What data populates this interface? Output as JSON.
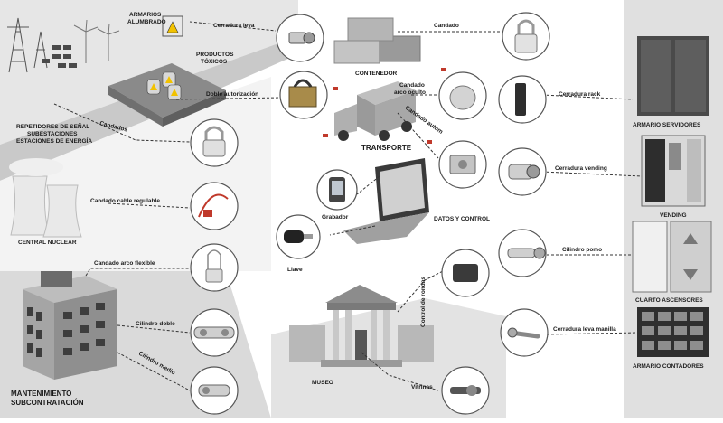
{
  "labels": {
    "armarios_alumbrado": [
      "ARMARIOS",
      "ALUMBRADO"
    ],
    "productos_toxicos": [
      "PRODUCTOS",
      "TÓXICOS"
    ],
    "repetidores": [
      "REPETIDORES DE SEÑAL",
      "SUBESTACIONES",
      "ESTACIONES DE ENERGÍA"
    ],
    "central_nuclear": "CENTRAL NUCLEAR",
    "mantenimiento": [
      "MANTENIMIENTO",
      "SUBCONTRATACIÓN"
    ],
    "contenedor": "CONTENEDOR",
    "transporte": "TRANSPORTE",
    "datos_control": "DATOS Y CONTROL",
    "museo": "MUSEO",
    "armario_servidores": "ARMARIO SERVIDORES",
    "vending": "VENDING",
    "cuarto_ascensores": "CUARTO ASCENSORES",
    "armario_contadores": "ARMARIO CONTADORES"
  },
  "locks": {
    "cerradura_leva": "Cerradura leva",
    "doble_autorizacion": "Doble autorización",
    "candados": "Candados",
    "candado_cable": "Candado cable regulable",
    "candado_arco_flexible": "Candado arco flexible",
    "cilindro_doble": "Cilindro doble",
    "cilindro_medio": "Cilindro medio",
    "candado": "Candado",
    "candado_arco_oculto": [
      "Candado",
      "arco oculto"
    ],
    "candado_autom": "Candado autom",
    "grabador": "Grabador",
    "llave": "Llave",
    "control_rondas": "Control de rondas",
    "vitrinas": "Vitrinas",
    "cerradura_rack": "Cerradura rack",
    "cerradura_vending": "Cerradura vending",
    "cilindro_pomo": "Cilindro pomo",
    "cerradura_leva_manilla": "Cerradura leva manilla"
  },
  "colors": {
    "ground": "#d4d4d4",
    "building": "#9e9e9e",
    "dark": "#3a3a3a",
    "line": "#333333"
  }
}
